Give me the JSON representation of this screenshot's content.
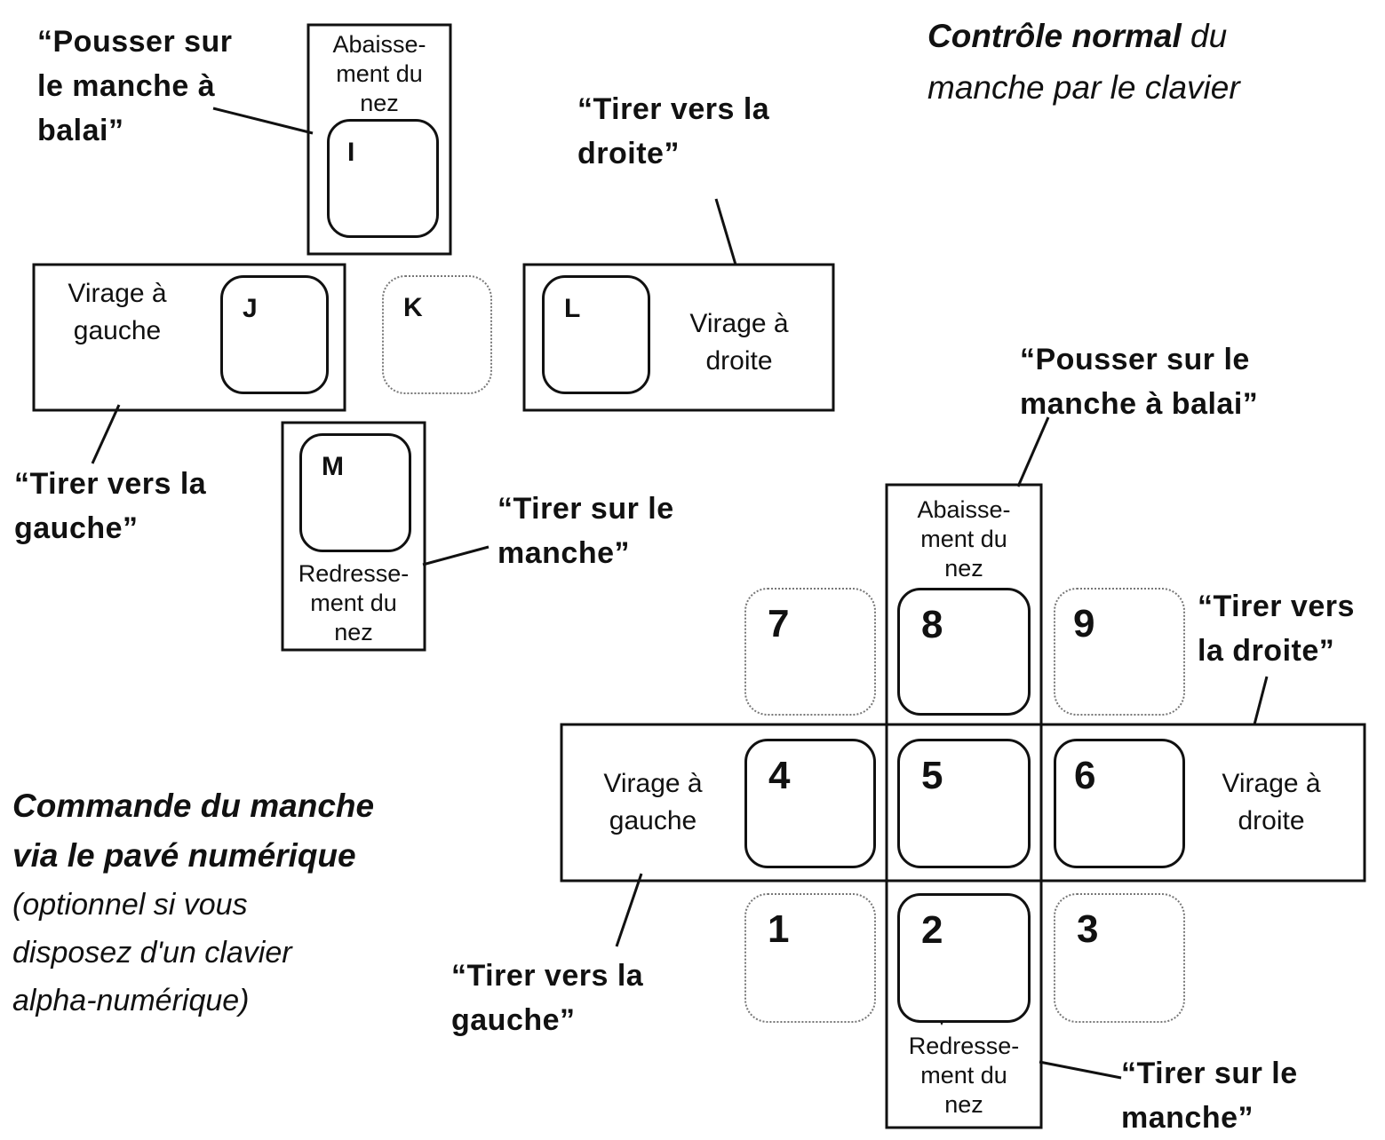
{
  "titles": {
    "keyboard_line1": "Contrôle normal",
    "keyboard_line1_suffix": " du",
    "keyboard_line2": "manche par le clavier",
    "numpad_line1": "Commande du manche",
    "numpad_line2": "via le pavé numérique",
    "numpad_note": "(optionnel si vous\ndisposez d'un clavier\nalpha-numérique)"
  },
  "keyboard": {
    "keys": {
      "up": "I",
      "left": "J",
      "center": "K",
      "right": "L",
      "down": "M"
    },
    "labels": {
      "nose_down": "Abaisse-\nment du\nnez",
      "left_turn": "Virage à\ngauche",
      "right_turn": "Virage à\ndroite",
      "nose_up": "Redresse-\nment du\nnez"
    },
    "quotes": {
      "push": "“Pousser sur\nle manche à\nbalai”",
      "pull_right": "“Tirer vers la\ndroite”",
      "pull_left": "“Tirer vers la\ngauche”",
      "pull_stick": "“Tirer sur le\nmanche”"
    }
  },
  "numpad": {
    "keys": [
      "7",
      "8",
      "9",
      "4",
      "5",
      "6",
      "1",
      "2",
      "3"
    ],
    "labels": {
      "nose_down": "Abaisse-\nment du\nnez",
      "left_turn": "Virage à\ngauche",
      "right_turn": "Virage à\ndroite",
      "nose_up": "Redresse-\nment du\nnez"
    },
    "quotes": {
      "push": "“Pousser sur le\nmanche à balai”",
      "pull_right": "“Tirer vers\nla droite”",
      "pull_left": "“Tirer vers la\ngauche”",
      "pull_stick": "“Tirer sur le\nmanche”"
    }
  }
}
